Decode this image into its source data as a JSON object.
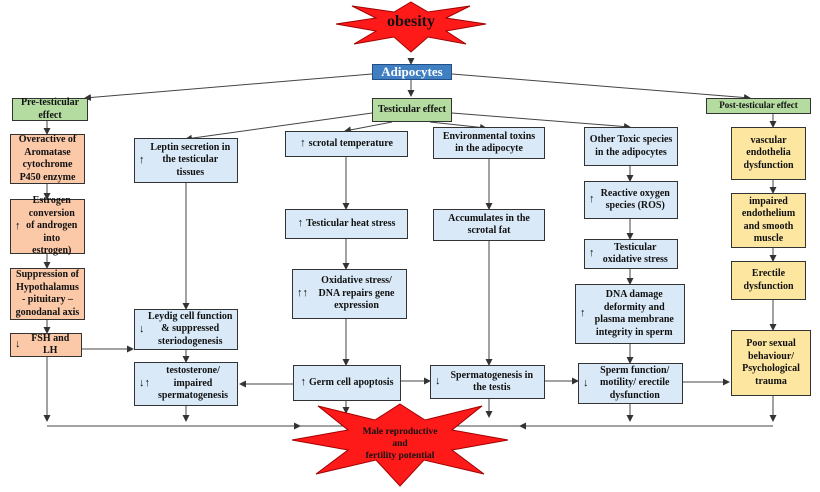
{
  "top_star": {
    "label": "obesity"
  },
  "adipocytes": "Adipocytes",
  "branches": {
    "pre": "Pre-testicular effect",
    "testicular": "Testicular effect",
    "post": "Post-testicular effect"
  },
  "pre_column": [
    {
      "label": "Overactive of Aromatase cytochrome P450 enzyme",
      "arrow": ""
    },
    {
      "label": "Estrogen conversion of androgen into estrogen)",
      "arrow": "↑"
    },
    {
      "label": "Suppression of Hypothalamus - pituitary – gonodanal axis",
      "arrow": ""
    },
    {
      "label": "FSH  and LH",
      "arrow": "↓"
    }
  ],
  "leptin_column": [
    {
      "label": "Leptin secretion in the testicular tissues",
      "arrow": "↑"
    },
    {
      "label": "Leydig cell function & suppressed steriodogenesis",
      "arrow": "↓"
    },
    {
      "label": "testosterone/ impaired spermatogenesis",
      "arrow": "↓↑"
    }
  ],
  "scrotal_column": [
    {
      "label": "scrotal  temperature",
      "arrow": "↑"
    },
    {
      "label": "Testicular heat stress",
      "arrow": "↑"
    },
    {
      "label": "Oxidative stress/ DNA repairs gene expression",
      "arrow": "↑↑"
    },
    {
      "label": "Germ cell apoptosis",
      "arrow": "↑"
    }
  ],
  "env_column": [
    {
      "label": "Environmental toxins in the adipocyte",
      "arrow": ""
    },
    {
      "label": "Accumulates in the scrotal fat",
      "arrow": ""
    },
    {
      "label": "Spermatogenesis in the testis",
      "arrow": "↓"
    }
  ],
  "toxic_column": [
    {
      "label": "Other Toxic species in the adipocytes",
      "arrow": ""
    },
    {
      "label": "Reactive oxygen species  (ROS)",
      "arrow": "↑"
    },
    {
      "label": "Testicular oxidative stress",
      "arrow": "↑"
    },
    {
      "label": "DNA damage deformity and plasma membrane integrity in sperm",
      "arrow": "↑"
    },
    {
      "label": "Sperm function/ motility/ erectile dysfunction",
      "arrow": "↓"
    }
  ],
  "post_column": [
    {
      "label": "vascular endothelia dysfunction",
      "arrow": ""
    },
    {
      "label": "impaired endothelium and smooth muscle",
      "arrow": ""
    },
    {
      "label": "Erectile dysfunction",
      "arrow": ""
    },
    {
      "label": "Poor sexual behaviour/ Psychological trauma",
      "arrow": ""
    }
  ],
  "bottom_star": {
    "line1": "Male  reproductive",
    "line2": "and",
    "line3": "fertility potential"
  },
  "colors": {
    "star": "#ff1a1a",
    "green": "#b5dca0",
    "blue": "#3f7fc2",
    "peach": "#fbc8a8",
    "lightblue": "#d9e9f7",
    "yellow": "#fde7a0"
  }
}
